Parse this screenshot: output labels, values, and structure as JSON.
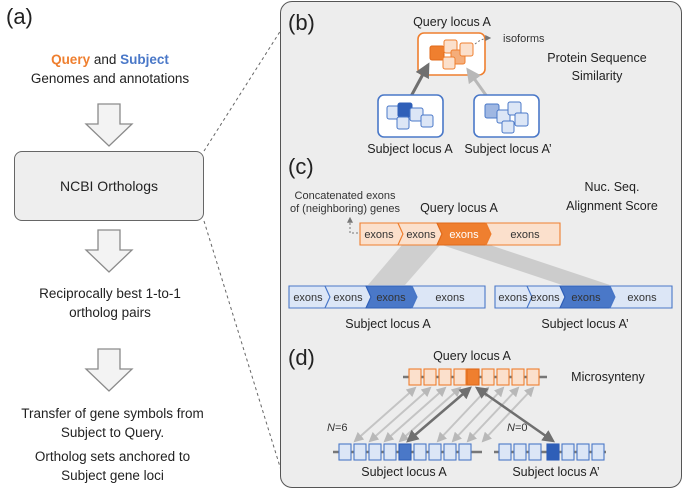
{
  "left": {
    "panel_label": "(a)",
    "query_word": "Query",
    "and_word": "and",
    "subject_word": "Subject",
    "genomes_line": "Genomes and annotations",
    "box_label": "NCBI Orthologs",
    "step2_line1": "Reciprocally best 1-to-1",
    "step2_line2": "ortholog pairs",
    "step3_line1": "Transfer of gene symbols from",
    "step3_line2": "Subject to Query.",
    "step3_line3": "Ortholog sets anchored to",
    "step3_line4": "Subject gene loci"
  },
  "panel_b": {
    "label": "(b)",
    "query_locus": "Query locus A",
    "isoforms": "isoforms",
    "method_line1": "Protein Sequence",
    "method_line2": "Similarity",
    "subject_a": "Subject locus A",
    "subject_a_prime": "Subject locus A’"
  },
  "panel_c": {
    "label": "(c)",
    "concat_line1": "Concatenated exons",
    "concat_line2": "of (neighboring) genes",
    "query_locus": "Query locus A",
    "method_line1": "Nuc. Seq.",
    "method_line2": "Alignment Score",
    "exon": "exons",
    "subject_a": "Subject locus A",
    "subject_a_prime": "Subject locus A’"
  },
  "panel_d": {
    "label": "(d)",
    "query_locus": "Query locus A",
    "method": "Microsynteny",
    "n_left_italic": "N",
    "n_left_value": "=6",
    "n_right_italic": "N",
    "n_right_value": "=0",
    "subject_a": "Subject locus A",
    "subject_a_prime": "Subject locus A’"
  },
  "colors": {
    "query_orange": "#ef7f2f",
    "query_orange_dark": "#e06a1a",
    "query_orange_light": "#fbe0cc",
    "subject_blue": "#4a78c8",
    "subject_blue_dark": "#2f5fb8",
    "subject_blue_light": "#dce6f6",
    "panel_bg": "#ededed"
  }
}
